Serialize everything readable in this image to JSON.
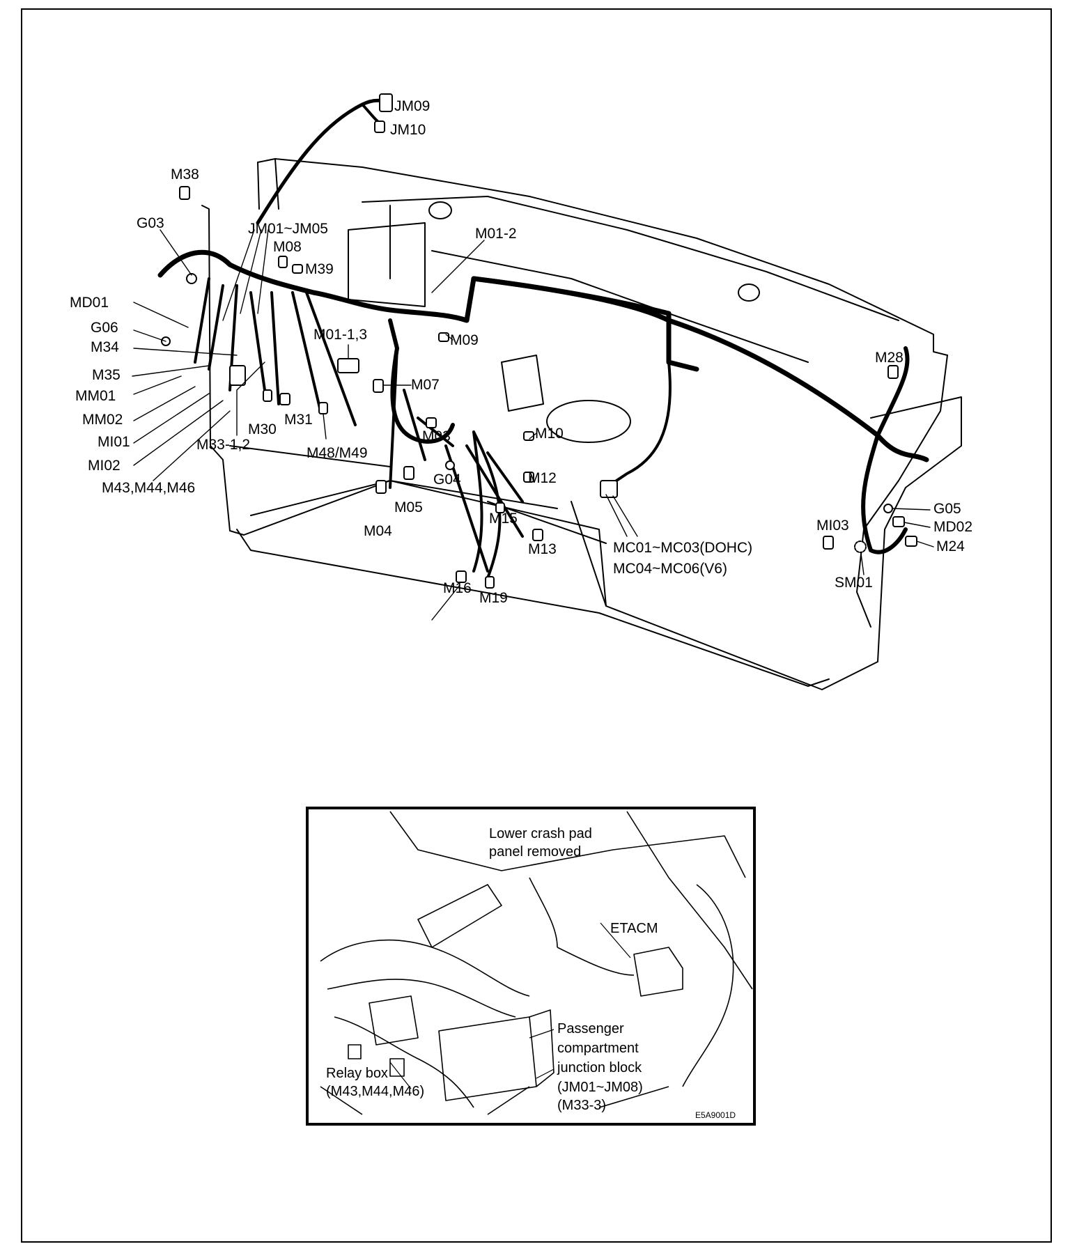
{
  "main_diagram": {
    "labels": {
      "jm09": "JM09",
      "jm10": "JM10",
      "m38": "M38",
      "g03": "G03",
      "jm01_jm05": "JM01~JM05",
      "m08": "M08",
      "m39": "M39",
      "m01_2": "M01-2",
      "md01": "MD01",
      "g06": "G06",
      "m34": "M34",
      "m01_1_3": "M01-1,3",
      "m09": "M09",
      "m28": "M28",
      "m35": "M35",
      "mm01": "MM01",
      "m07": "M07",
      "mm02": "MM02",
      "m30": "M30",
      "m31": "M31",
      "mi01": "MI01",
      "m33_1_2": "M33-1,2",
      "m03": "M03",
      "m10": "M10",
      "mi02": "MI02",
      "m48_m49": "M48/M49",
      "g04": "G04",
      "m43_m44_m46": "M43,M44,M46",
      "m12": "M12",
      "m05": "M05",
      "m15": "M15",
      "m04": "M04",
      "m13": "M13",
      "g05": "G05",
      "mi03": "MI03",
      "md02": "MD02",
      "m24": "M24",
      "mc01_mc03": "MC01~MC03(DOHC)",
      "mc04_mc06": "MC04~MC06(V6)",
      "sm01": "SM01",
      "m16": "M16",
      "m19": "M19"
    }
  },
  "inset": {
    "lower_crash_pad_1": "Lower crash pad",
    "lower_crash_pad_2": "panel removed",
    "etacm": "ETACM",
    "pcjb_1": "Passenger",
    "pcjb_2": "compartment",
    "pcjb_3": "junction block",
    "pcjb_4": "(JM01~JM08)",
    "pcjb_5": "(M33-3)",
    "relay_1": "Relay box",
    "relay_2": "(M43,M44,M46)",
    "figure_code": "E5A9001D"
  }
}
